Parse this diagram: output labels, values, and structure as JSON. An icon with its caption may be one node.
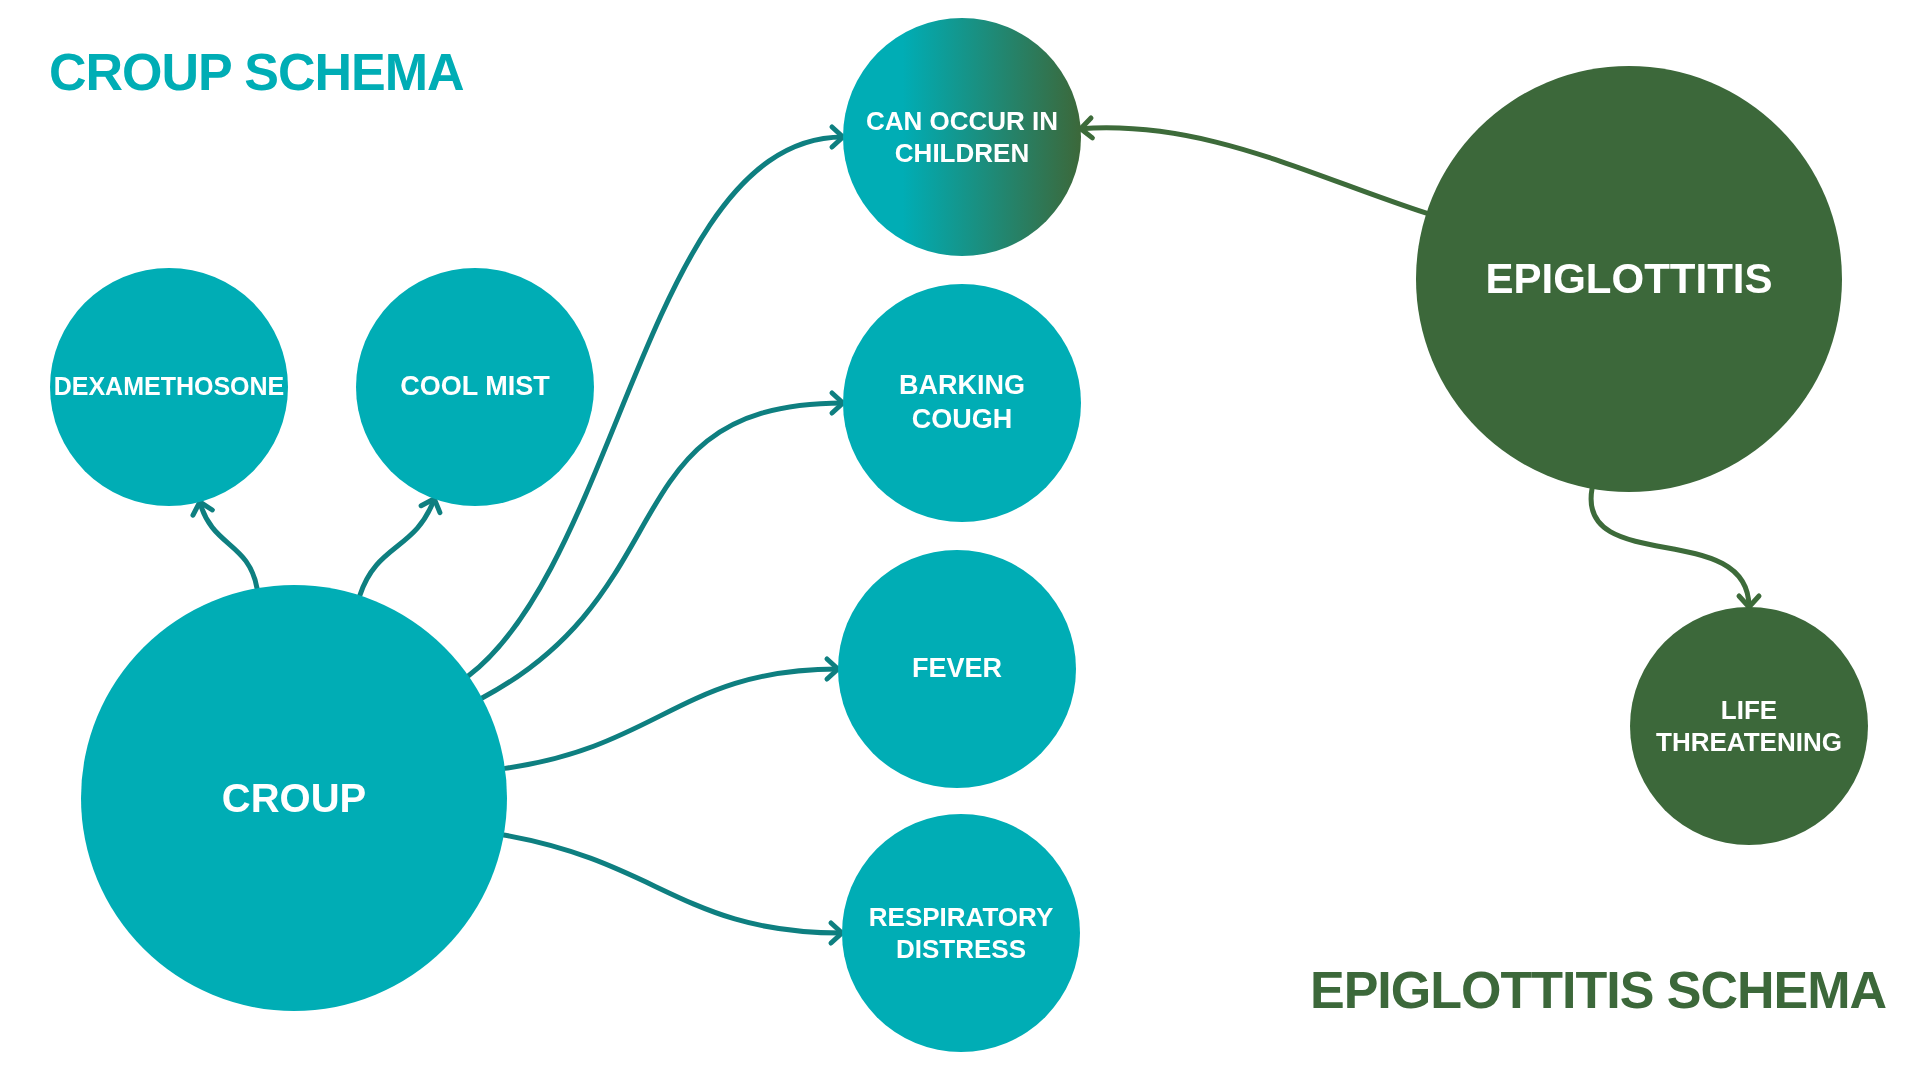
{
  "diagram": {
    "nodes": [
      {
        "text": [
          "CROUP"
        ]
      },
      {
        "text": [
          "DEXAMETHOSONE"
        ]
      },
      {
        "text": [
          "COOL MIST"
        ]
      },
      {
        "text": [
          "CAN OCCUR IN CHILDREN"
        ]
      },
      {
        "text": [
          "BARKING COUGH"
        ]
      },
      {
        "text": [
          "FEVER"
        ]
      },
      {
        "text": [
          "RESPIRATORY DISTRESS"
        ]
      },
      {
        "text": [
          "EPIGLOTTITIS"
        ]
      },
      {
        "text": [
          "LIFE THREATENING"
        ]
      }
    ],
    "edges": [
      {
        "from": 0,
        "to": 1,
        "arrow": "to"
      },
      {
        "from": 0,
        "to": 2,
        "arrow": "to"
      },
      {
        "from": 0,
        "to": 3,
        "arrow": "to"
      },
      {
        "from": 0,
        "to": 4,
        "arrow": "to"
      },
      {
        "from": 0,
        "to": 5,
        "arrow": "to"
      },
      {
        "from": 0,
        "to": 6,
        "arrow": "to"
      },
      {
        "from": 7,
        "to": 3,
        "arrow": "to",
        "color": "#3d6b3a"
      },
      {
        "from": 7,
        "to": 8,
        "arrow": "to",
        "color": "#3d6b3a"
      }
    ],
    "labels": [
      "CROUP SCHEMA",
      "EPIGLOTTITIS SCHEMA"
    ]
  }
}
